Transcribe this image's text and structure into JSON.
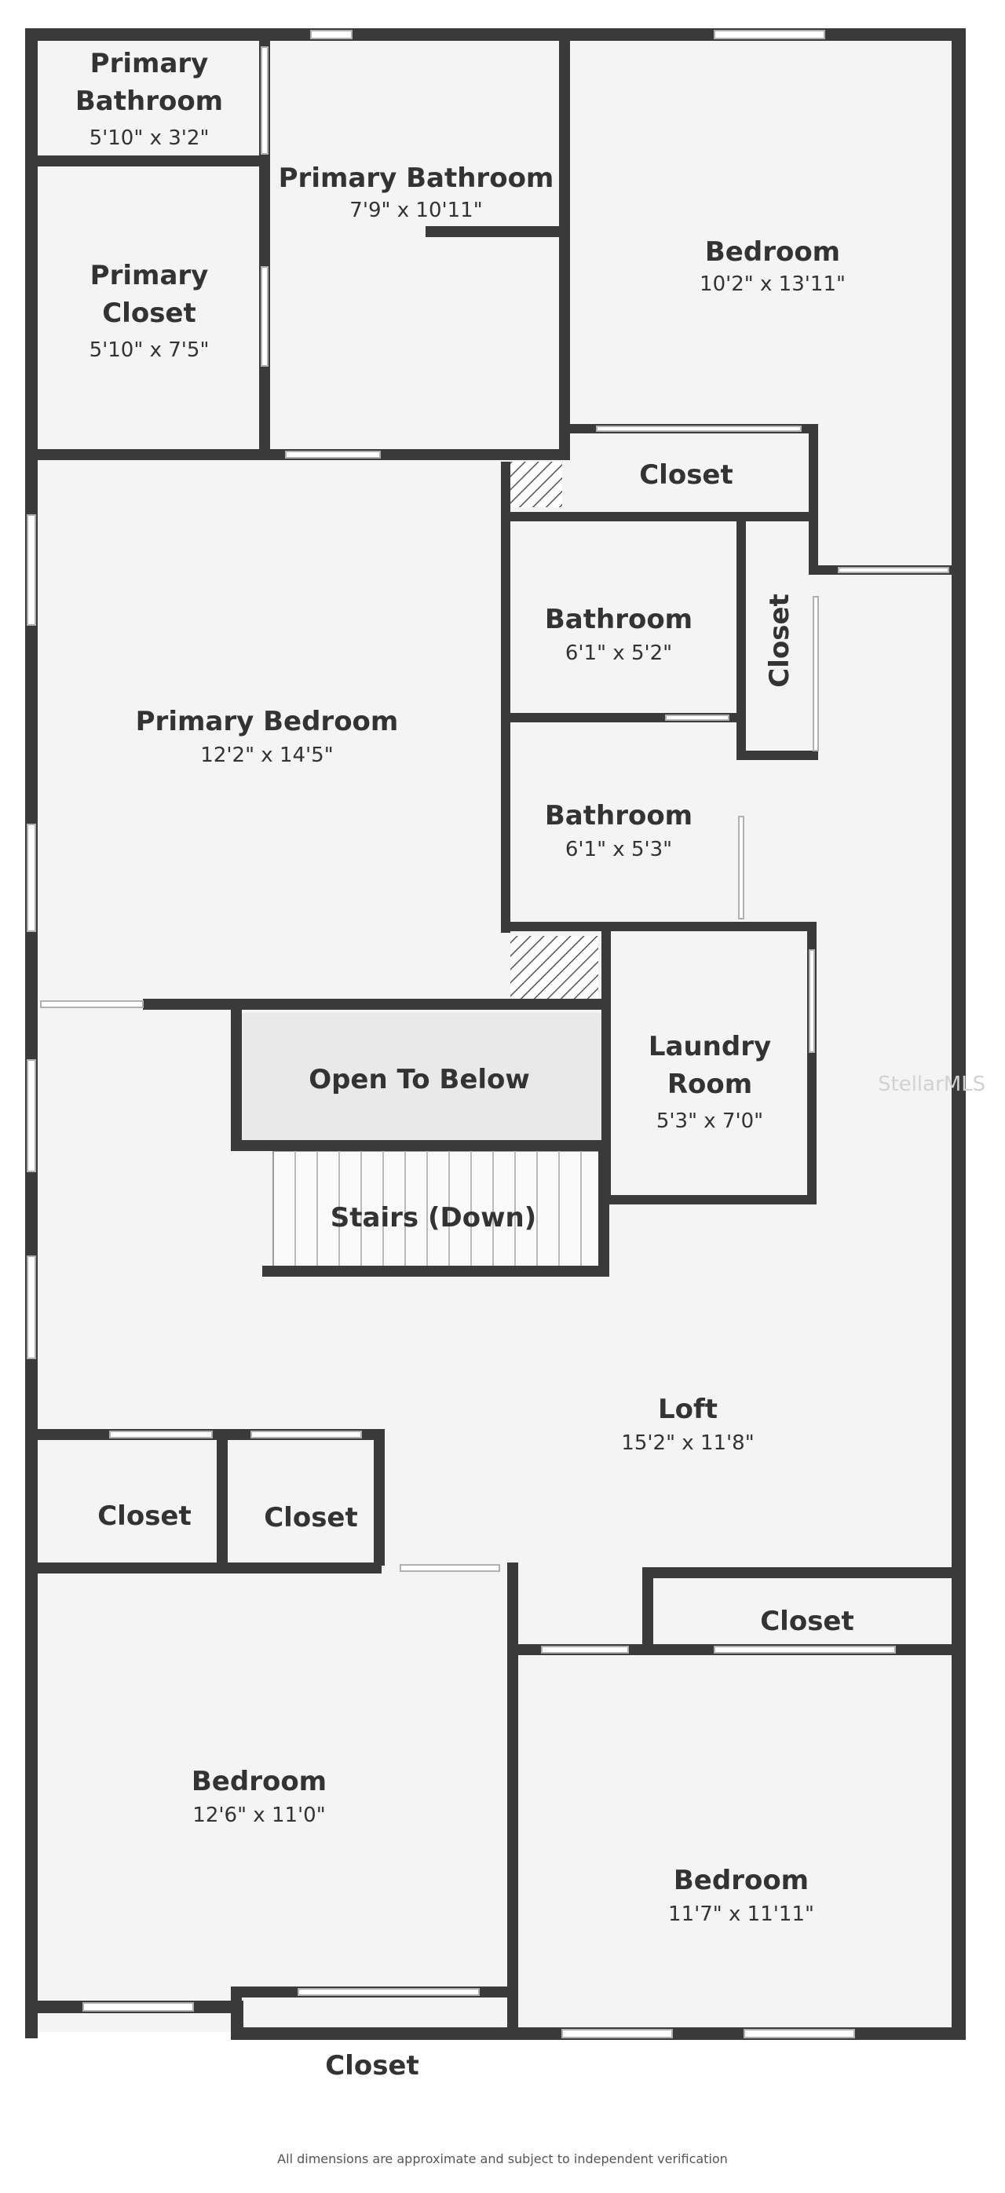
{
  "rooms": {
    "primary_bathroom_small": {
      "name_line1": "Primary",
      "name_line2": "Bathroom",
      "dims": "5'10\" x 3'2\""
    },
    "primary_bathroom": {
      "name": "Primary Bathroom",
      "dims": "7'9\" x 10'11\""
    },
    "bedroom_top": {
      "name": "Bedroom",
      "dims": "10'2\" x 13'11\""
    },
    "primary_closet": {
      "name_line1": "Primary",
      "name_line2": "Closet",
      "dims": "5'10\" x 7'5\""
    },
    "closet_top": {
      "name": "Closet"
    },
    "closet_vertical": {
      "name": "Closet"
    },
    "bathroom_upper": {
      "name": "Bathroom",
      "dims": "6'1\" x 5'2\""
    },
    "bathroom_lower": {
      "name": "Bathroom",
      "dims": "6'1\" x 5'3\""
    },
    "primary_bedroom": {
      "name": "Primary Bedroom",
      "dims": "12'2\" x 14'5\""
    },
    "open_to_below": {
      "name": "Open To Below"
    },
    "laundry_room": {
      "name_line1": "Laundry",
      "name_line2": "Room",
      "dims": "5'3\" x 7'0\""
    },
    "stairs": {
      "name": "Stairs (Down)"
    },
    "loft": {
      "name": "Loft",
      "dims": "15'2\" x 11'8\""
    },
    "closet_left_1": {
      "name": "Closet"
    },
    "closet_left_2": {
      "name": "Closet"
    },
    "closet_right": {
      "name": "Closet"
    },
    "bedroom_lower_left": {
      "name": "Bedroom",
      "dims": "12'6\" x 11'0\""
    },
    "bedroom_lower_right": {
      "name": "Bedroom",
      "dims": "11'7\" x 11'11\""
    },
    "closet_bottom": {
      "name": "Closet"
    }
  },
  "watermark": "StellarMLS",
  "footer": "All dimensions are approximate and subject to independent verification",
  "colors": {
    "wall": "#3a3a3a",
    "floor": "#f4f4f4",
    "open_area": "#e9e9e9",
    "text": "#333333"
  }
}
